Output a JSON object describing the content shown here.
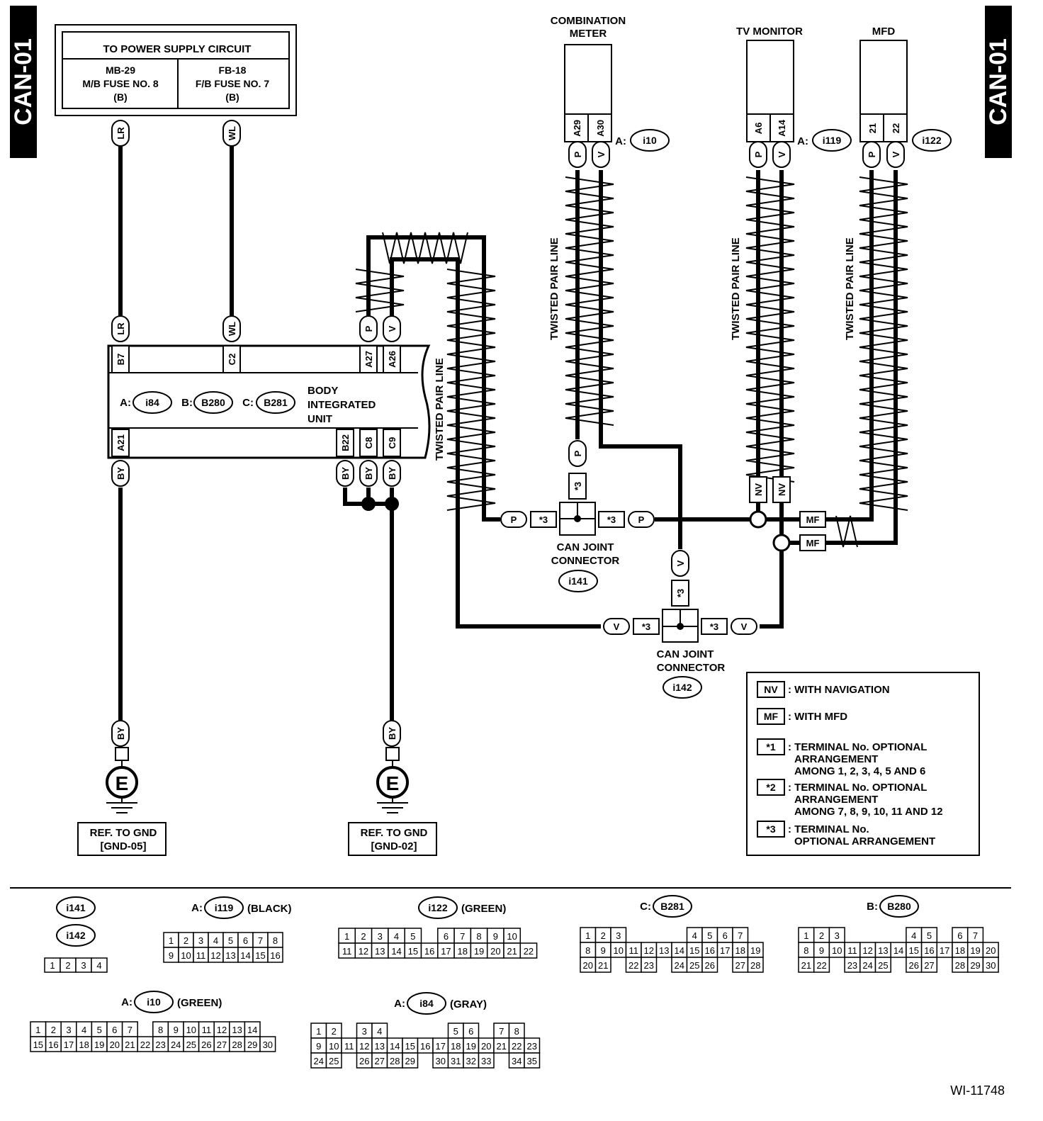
{
  "page_tag": "CAN-01",
  "figure_id": "WI-11748",
  "power": {
    "header": "TO POWER SUPPLY CIRCUIT",
    "left": [
      "MB-29",
      "M/B FUSE NO. 8",
      "(B)"
    ],
    "right": [
      "FB-18",
      "F/B FUSE NO. 7",
      "(B)"
    ]
  },
  "wires": {
    "LR": "LR",
    "WL": "WL",
    "P": "P",
    "V": "V",
    "BY": "BY",
    "NV": "NV",
    "MF": "MF"
  },
  "biu": {
    "label": [
      "BODY",
      "INTEGRATED",
      "UNIT"
    ],
    "conn": [
      {
        "pfx": "A:",
        "id": "i84"
      },
      {
        "pfx": "B:",
        "id": "B280"
      },
      {
        "pfx": "C:",
        "id": "B281"
      }
    ],
    "top_terms": [
      "B7",
      "C2",
      "A27",
      "A26"
    ],
    "bot_terms": [
      "A21",
      "B22",
      "C8",
      "C9"
    ]
  },
  "meter": {
    "name": [
      "COMBINATION",
      "METER"
    ],
    "terms": [
      "A29",
      "A30"
    ],
    "pfx": "A:",
    "conn": "i10"
  },
  "tv": {
    "name": "TV MONITOR",
    "terms": [
      "A6",
      "A14"
    ],
    "pfx": "A:",
    "conn": "i119"
  },
  "mfd": {
    "name": "MFD",
    "terms": [
      "21",
      "22"
    ],
    "conn": "i122"
  },
  "twisted": "TWISTED PAIR LINE",
  "star3": "*3",
  "joint": {
    "label": [
      "CAN JOINT",
      "CONNECTOR"
    ],
    "j1": "i141",
    "j2": "i142"
  },
  "ground": {
    "sym": "E",
    "left": [
      "REF. TO GND",
      "[GND-05]"
    ],
    "right": [
      "REF. TO GND",
      "[GND-02]"
    ]
  },
  "legend": [
    {
      "key": "NV",
      "text": [
        ": WITH NAVIGATION"
      ]
    },
    {
      "key": "MF",
      "text": [
        ": WITH MFD"
      ]
    },
    {
      "key": "*1",
      "text": [
        ": TERMINAL No. OPTIONAL",
        "ARRANGEMENT",
        "AMONG 1, 2, 3, 4, 5 AND 6"
      ]
    },
    {
      "key": "*2",
      "text": [
        ": TERMINAL No. OPTIONAL",
        "ARRANGEMENT",
        "AMONG 7, 8, 9, 10, 11 AND 12"
      ]
    },
    {
      "key": "*3",
      "text": [
        ": TERMINAL No.",
        "OPTIONAL ARRANGEMENT"
      ]
    }
  ],
  "connectors": {
    "c141": "i141",
    "c142": "i142",
    "c142_rows": [
      [
        "1",
        "2",
        "3",
        "4"
      ]
    ],
    "c119": {
      "pfx": "A:",
      "id": "i119",
      "color": "(BLACK)",
      "rows": [
        [
          "1",
          "2",
          "3",
          "4",
          "5",
          "6",
          "7",
          "8"
        ],
        [
          "9",
          "10",
          "11",
          "12",
          "13",
          "14",
          "15",
          "16"
        ]
      ]
    },
    "c122": {
      "id": "i122",
      "color": "(GREEN)",
      "rows": [
        [
          "1",
          "2",
          "3",
          "4",
          "5",
          "",
          "6",
          "7",
          "8",
          "9",
          "10"
        ],
        [
          "11",
          "12",
          "13",
          "14",
          "15",
          "16",
          "17",
          "18",
          "19",
          "20",
          "21",
          "22"
        ]
      ]
    },
    "cB281": {
      "pfx": "C:",
      "id": "B281",
      "rows": [
        [
          "1",
          "2",
          "3",
          "",
          "",
          "",
          "",
          "4",
          "5",
          "6",
          "7"
        ],
        [
          "8",
          "9",
          "10",
          "11",
          "12",
          "13",
          "14",
          "15",
          "16",
          "17",
          "18",
          "19"
        ],
        [
          "20",
          "21",
          "",
          "22",
          "23",
          "",
          "24",
          "25",
          "26",
          "",
          "27",
          "28"
        ]
      ]
    },
    "cB280": {
      "pfx": "B:",
      "id": "B280",
      "rows": [
        [
          "1",
          "2",
          "3",
          "",
          "",
          "",
          "",
          "4",
          "5",
          "",
          "6",
          "7"
        ],
        [
          "8",
          "9",
          "10",
          "11",
          "12",
          "13",
          "14",
          "15",
          "16",
          "17",
          "18",
          "19",
          "20"
        ],
        [
          "21",
          "22",
          "",
          "23",
          "24",
          "25",
          "",
          "26",
          "27",
          "",
          "28",
          "29",
          "30"
        ]
      ]
    },
    "c10": {
      "pfx": "A:",
      "id": "i10",
      "color": "(GREEN)",
      "rows": [
        [
          "1",
          "2",
          "3",
          "4",
          "5",
          "6",
          "7",
          "",
          "8",
          "9",
          "10",
          "11",
          "12",
          "13",
          "14"
        ],
        [
          "15",
          "16",
          "17",
          "18",
          "19",
          "20",
          "21",
          "22",
          "23",
          "24",
          "25",
          "26",
          "27",
          "28",
          "29",
          "30"
        ]
      ]
    },
    "c84": {
      "pfx": "A:",
      "id": "i84",
      "color": "(GRAY)",
      "rows": [
        [
          "1",
          "2",
          "",
          "3",
          "4",
          "",
          "",
          "",
          "",
          "5",
          "6",
          "",
          "7",
          "8"
        ],
        [
          "9",
          "10",
          "11",
          "12",
          "13",
          "14",
          "15",
          "16",
          "17",
          "18",
          "19",
          "20",
          "21",
          "22",
          "23"
        ],
        [
          "24",
          "25",
          "",
          "26",
          "27",
          "28",
          "29",
          "",
          "30",
          "31",
          "32",
          "33",
          "",
          "34",
          "35"
        ]
      ]
    }
  }
}
